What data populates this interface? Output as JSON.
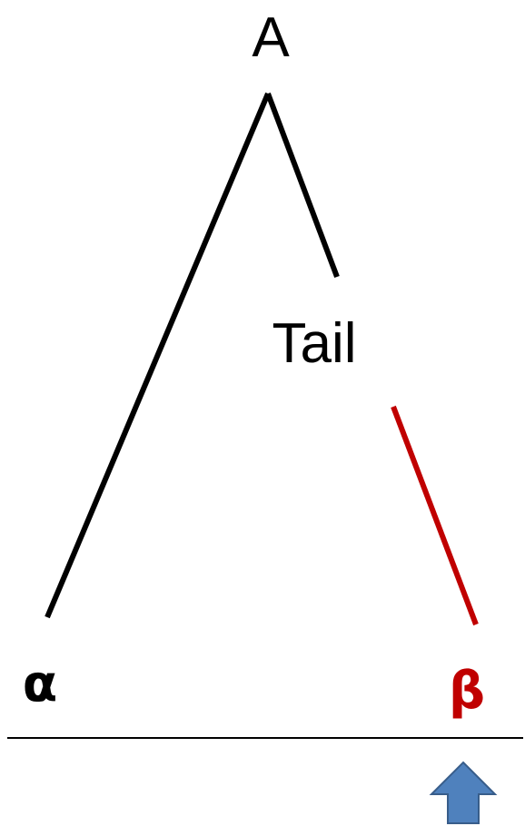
{
  "nodes": {
    "root": "A",
    "tail": "Tail",
    "alpha": "α",
    "beta": "β"
  },
  "colors": {
    "black": "#000000",
    "highlight": "#c00000",
    "arrow_fill": "#4f81bd",
    "arrow_stroke": "#385d8a"
  }
}
